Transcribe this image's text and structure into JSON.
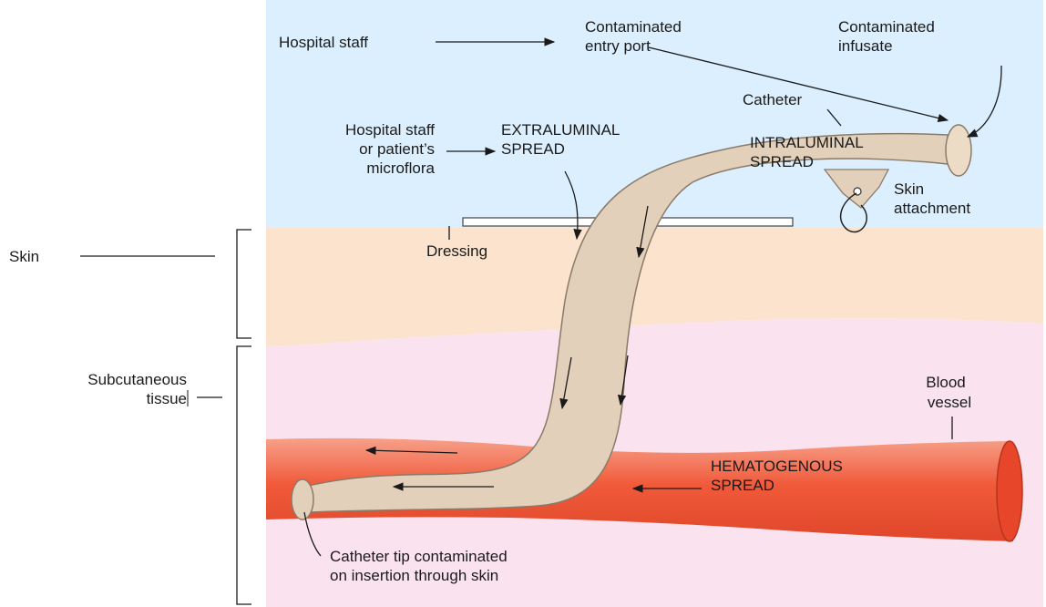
{
  "labels": {
    "hospital_staff": "Hospital staff",
    "entry_port_1": "Contaminated",
    "entry_port_2": "entry port",
    "infusate_1": "Contaminated",
    "infusate_2": "infusate",
    "catheter": "Catheter",
    "staff_flora_1": "Hospital staff",
    "staff_flora_2": "or patient’s",
    "staff_flora_3": "microflora",
    "extraluminal_1": "EXTRALUMINAL",
    "extraluminal_2": "SPREAD",
    "intraluminal_1": "INTRALUMINAL",
    "intraluminal_2": "SPREAD",
    "skin_attachment_1": "Skin",
    "skin_attachment_2": "attachment",
    "dressing": "Dressing",
    "skin": "Skin",
    "subcutaneous_1": "Subcutaneous",
    "subcutaneous_2": "tissue",
    "blood_vessel_1": "Blood",
    "blood_vessel_2": "vessel",
    "hematogenous_1": "HEMATOGENOUS",
    "hematogenous_2": "SPREAD",
    "catheter_tip_1": "Catheter tip contaminated",
    "catheter_tip_2": "on insertion through skin"
  },
  "colors": {
    "air": "#dcefff",
    "skin_layer": "#fbe3cd",
    "subcutaneous_layer": "#fbe2ef",
    "vessel": "#f0583a",
    "vessel_end": "#e8462a",
    "catheter_fill": "#e2d0ba",
    "catheter_stroke": "#8a7a68",
    "line": "#1a1a1a"
  }
}
